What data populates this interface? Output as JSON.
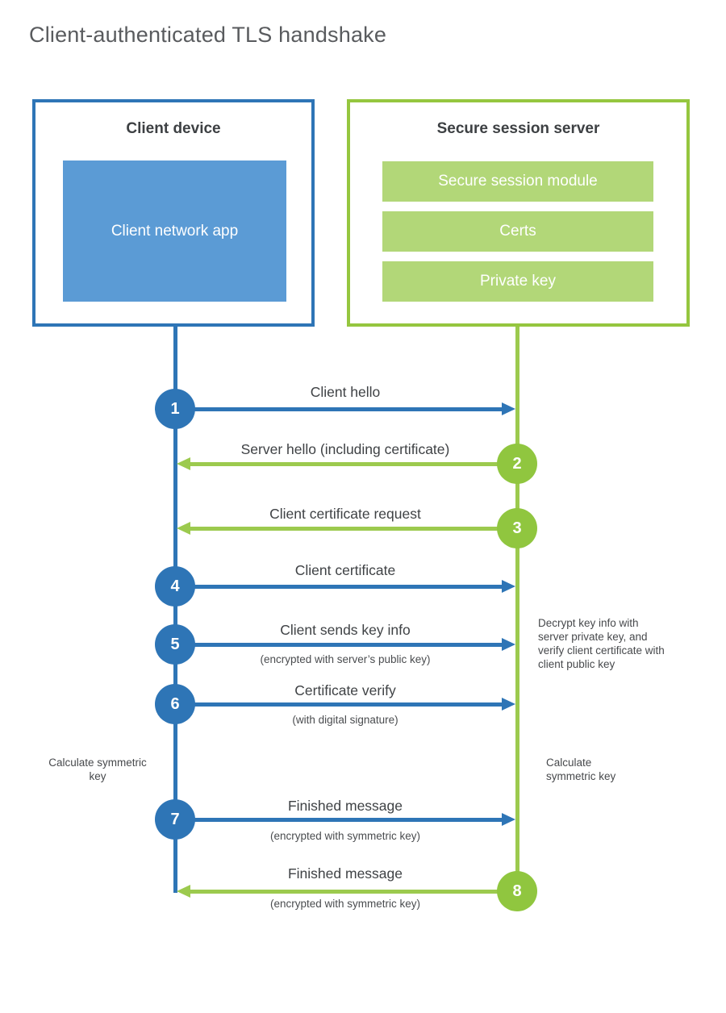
{
  "title": "Client-authenticated TLS handshake",
  "client": {
    "title": "Client device",
    "app_label": "Client network app"
  },
  "server": {
    "title": "Secure session server",
    "modules": [
      "Secure session module",
      "Certs",
      "Private key"
    ]
  },
  "steps": [
    {
      "num": "1",
      "label": "Client hello",
      "direction": "client-to-server"
    },
    {
      "num": "2",
      "label": "Server hello (including certificate)",
      "direction": "server-to-client"
    },
    {
      "num": "3",
      "label": "Client certificate request",
      "direction": "server-to-client"
    },
    {
      "num": "4",
      "label": "Client certificate",
      "direction": "client-to-server"
    },
    {
      "num": "5",
      "label": "Client sends key info",
      "sublabel": "(encrypted with server’s public key)",
      "direction": "client-to-server"
    },
    {
      "num": "6",
      "label": "Certificate verify",
      "sublabel": "(with digital signature)",
      "direction": "client-to-server"
    },
    {
      "num": "7",
      "label": "Finished message",
      "sublabel": "(encrypted with symmetric key)",
      "direction": "client-to-server"
    },
    {
      "num": "8",
      "label": "Finished message",
      "sublabel": "(encrypted with symmetric key)",
      "direction": "server-to-client"
    }
  ],
  "notes": {
    "decrypt": "Decrypt key info with server private key, and verify client certificate with client public key",
    "calc_client": "Calculate symmetric key",
    "calc_server": "Calculate symmetric key"
  },
  "colors": {
    "blue": "#2e75b6",
    "light_blue": "#5b9bd5",
    "green": "#90c63f",
    "light_green": "#b2d778",
    "text_dark": "#3f4245",
    "title_gray": "#595b5e"
  }
}
